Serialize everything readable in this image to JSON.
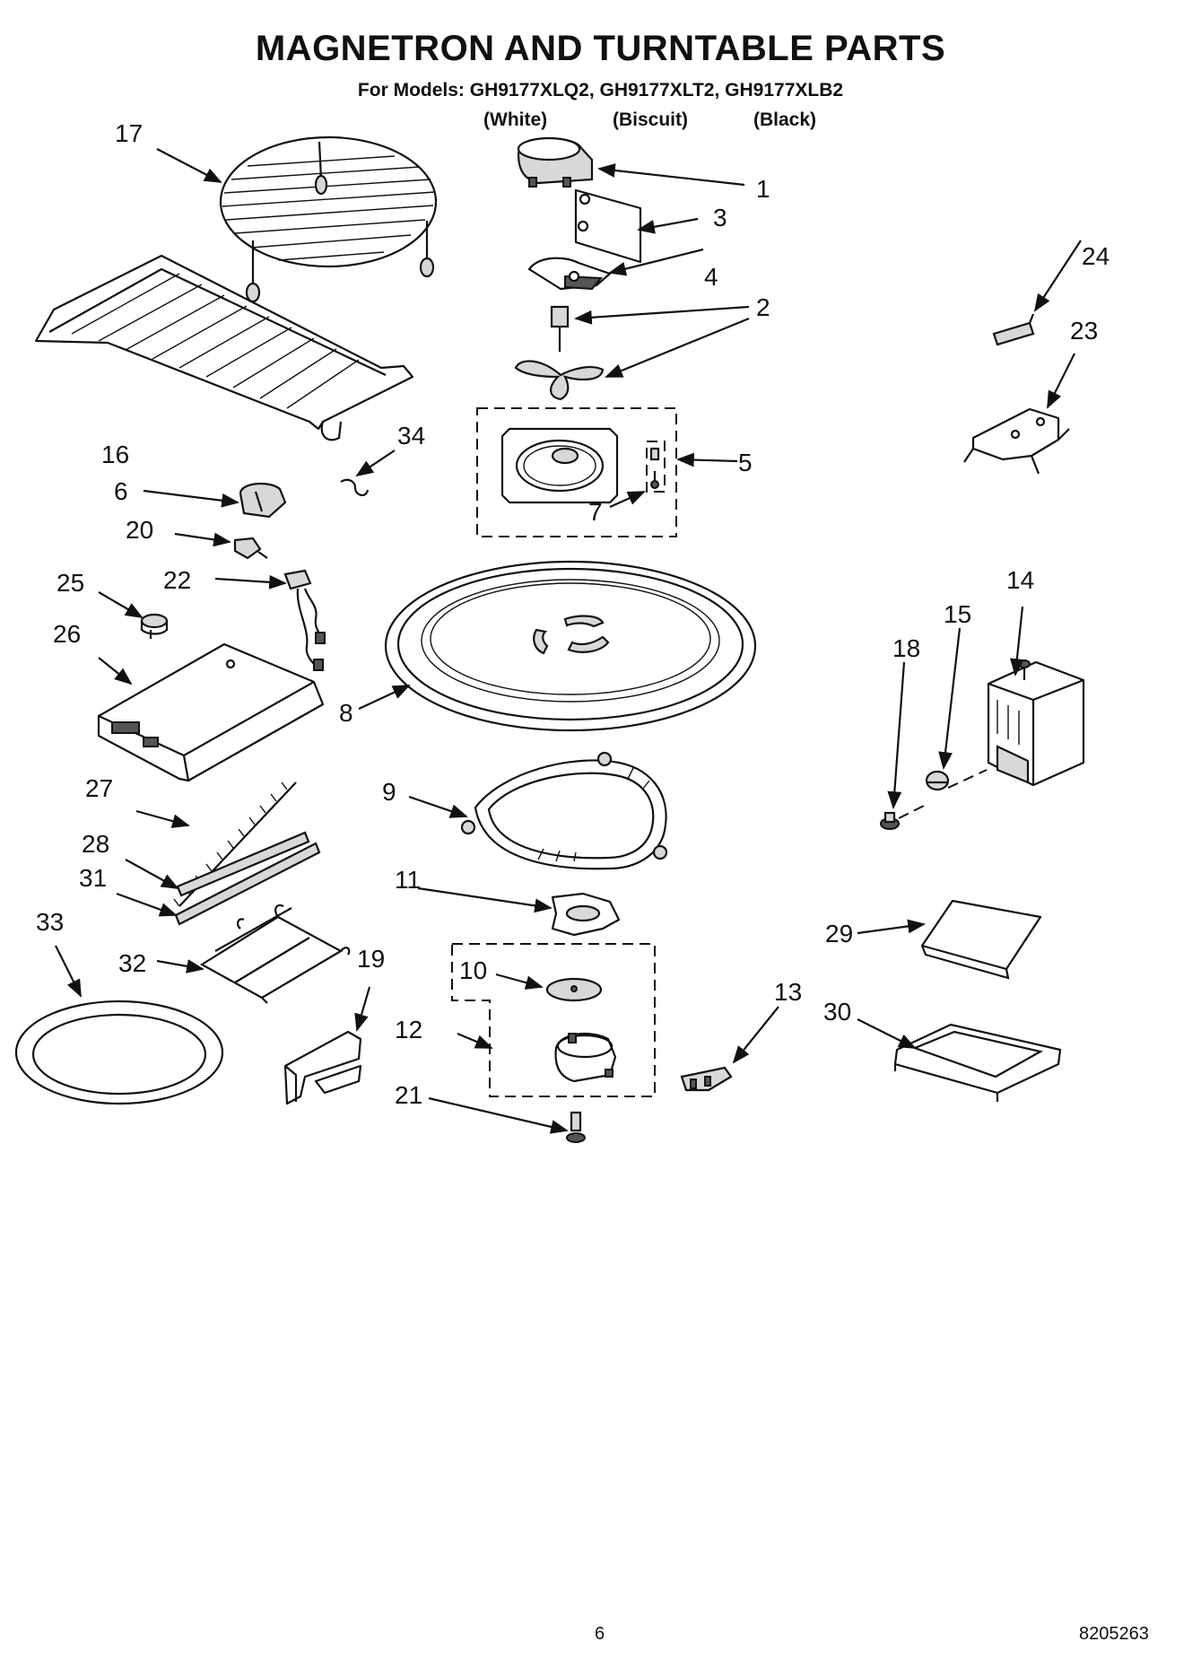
{
  "header": {
    "title": "MAGNETRON AND TURNTABLE PARTS",
    "models_line": "For Models: GH9177XLQ2, GH9177XLT2, GH9177XLB2",
    "colors": [
      "(White)",
      "(Biscuit)",
      "(Black)"
    ]
  },
  "callouts": [
    "1",
    "2",
    "3",
    "4",
    "5",
    "6",
    "7",
    "8",
    "9",
    "10",
    "11",
    "12",
    "13",
    "14",
    "15",
    "16",
    "17",
    "18",
    "19",
    "20",
    "21",
    "22",
    "23",
    "24",
    "25",
    "26",
    "27",
    "28",
    "29",
    "30",
    "31",
    "32",
    "33",
    "34"
  ],
  "footer": {
    "page_number": "6",
    "document_number": "8205263"
  }
}
